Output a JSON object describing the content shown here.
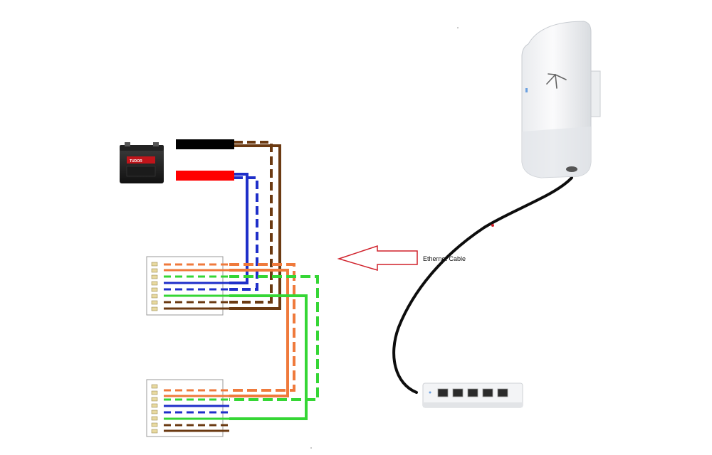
{
  "labels": {
    "ethernet_cable": "Ethernet Cable",
    "battery_brand": "TUDOR"
  },
  "wire_colors": {
    "orange": "#ef7a3c",
    "green": "#35d635",
    "blue": "#1f2fc9",
    "brown": "#6b3a12",
    "black": "#000000",
    "red": "#ff0000",
    "arrow": "#d0202a"
  },
  "connectors": {
    "pin_order": [
      "orange-white",
      "orange",
      "green-white",
      "blue",
      "blue-white",
      "green",
      "brown-white",
      "brown"
    ]
  },
  "devices": {
    "access_point": "access-point",
    "switch_ports": 5,
    "battery": "battery"
  }
}
